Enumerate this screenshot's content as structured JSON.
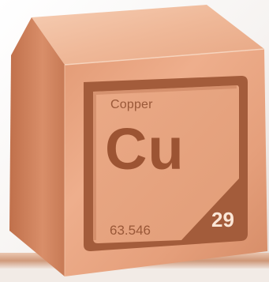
{
  "element": {
    "name": "Copper",
    "symbol": "Cu",
    "atomic_mass": "63.546",
    "atomic_number": "29"
  },
  "colors": {
    "copper_front": "#e8a07d",
    "copper_dark": "#a35c3b",
    "engraving": "#9c5433",
    "number_text": "#fbe6d6"
  }
}
